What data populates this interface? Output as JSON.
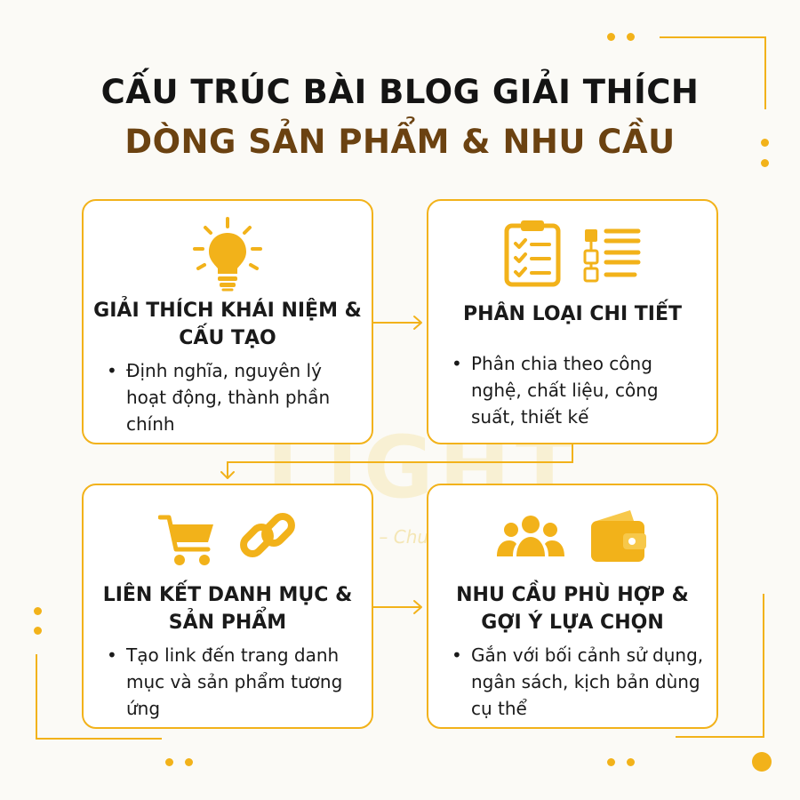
{
  "header": {
    "title_line1": "CẤU TRÚC BÀI BLOG GIẢI THÍCH",
    "title_line2": "DÒNG SẢN PHẨM & NHU CẦU"
  },
  "watermark": {
    "brand": "LIGHT",
    "tagline": "Nhanh – Chuẩn – Đ"
  },
  "cards": [
    {
      "title": "GIẢI THÍCH KHÁI NIỆM & CẤU TẠO",
      "bullet": "Định nghĩa, nguyên lý hoạt động, thành phần chính",
      "icons": [
        "lightbulb-icon"
      ]
    },
    {
      "title": "PHÂN LOẠI CHI TIẾT",
      "bullet": "Phân chia theo công nghệ, chất liệu, công suất, thiết kế",
      "icons": [
        "clipboard-checklist-icon",
        "list-tree-icon"
      ]
    },
    {
      "title": "LIÊN KẾT DANH MỤC & SẢN PHẨM",
      "bullet": "Tạo link đến trang danh mục và sản phẩm tương ứng",
      "icons": [
        "shopping-cart-icon",
        "chain-link-icon"
      ]
    },
    {
      "title": "NHU CẦU PHÙ HỢP & GỢI Ý LỰA CHỌN",
      "bullet": "Gắn với bối cảnh sử dụng, ngân sách, kịch bản dùng cụ thể",
      "icons": [
        "users-group-icon",
        "wallet-icon"
      ]
    }
  ],
  "colors": {
    "accent": "#f2b21a",
    "title_dark": "#141414",
    "title_brown": "#6b4211",
    "background": "#fbfaf6"
  }
}
